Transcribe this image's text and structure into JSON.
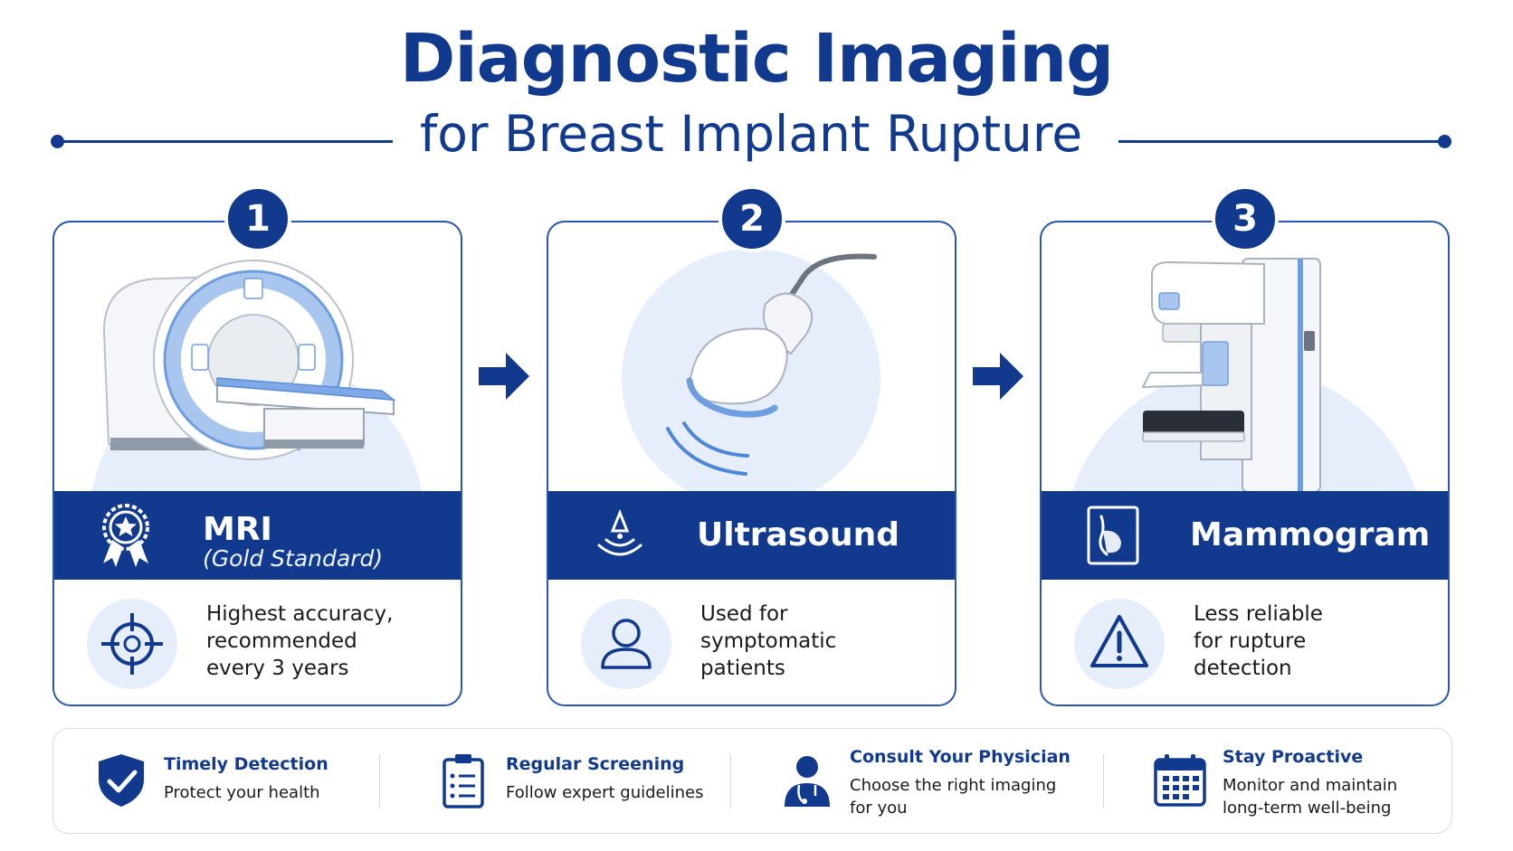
{
  "header": {
    "title": "Diagnostic Imaging",
    "subtitle": "for Breast Implant Rupture"
  },
  "colors": {
    "primary": "#113a8f",
    "accent_light": "#e6eefb",
    "accent_blue": "#4f86d8"
  },
  "steps": [
    {
      "number": "1",
      "name": "MRI",
      "note": "(Gold Standard)",
      "band_icon": "award-ribbon-icon",
      "desc_icon": "crosshair-target-icon",
      "illustration": "mri-scanner-illustration",
      "description": [
        "Highest accuracy,",
        "recommended",
        "every 3 years"
      ]
    },
    {
      "number": "2",
      "name": "Ultrasound",
      "band_icon": "ultrasound-wave-icon",
      "desc_icon": "person-icon",
      "illustration": "ultrasound-probe-illustration",
      "description": [
        "Used for",
        "symptomatic",
        "patients"
      ]
    },
    {
      "number": "3",
      "name": "Mammogram",
      "band_icon": "breast-profile-icon",
      "desc_icon": "warning-triangle-icon",
      "illustration": "mammography-machine-illustration",
      "description": [
        "Less reliable",
        "for rupture",
        "detection"
      ]
    }
  ],
  "features": [
    {
      "icon": "shield-check-icon",
      "title": "Timely Detection",
      "text": [
        "Protect your health"
      ]
    },
    {
      "icon": "clipboard-checklist-icon",
      "title": "Regular Screening",
      "text": [
        "Follow expert guidelines"
      ]
    },
    {
      "icon": "doctor-icon",
      "title": "Consult Your Physician",
      "text": [
        "Choose the right imaging",
        "for you"
      ]
    },
    {
      "icon": "calendar-icon",
      "title": "Stay Proactive",
      "text": [
        "Monitor and maintain",
        "long-term well-being"
      ]
    }
  ]
}
